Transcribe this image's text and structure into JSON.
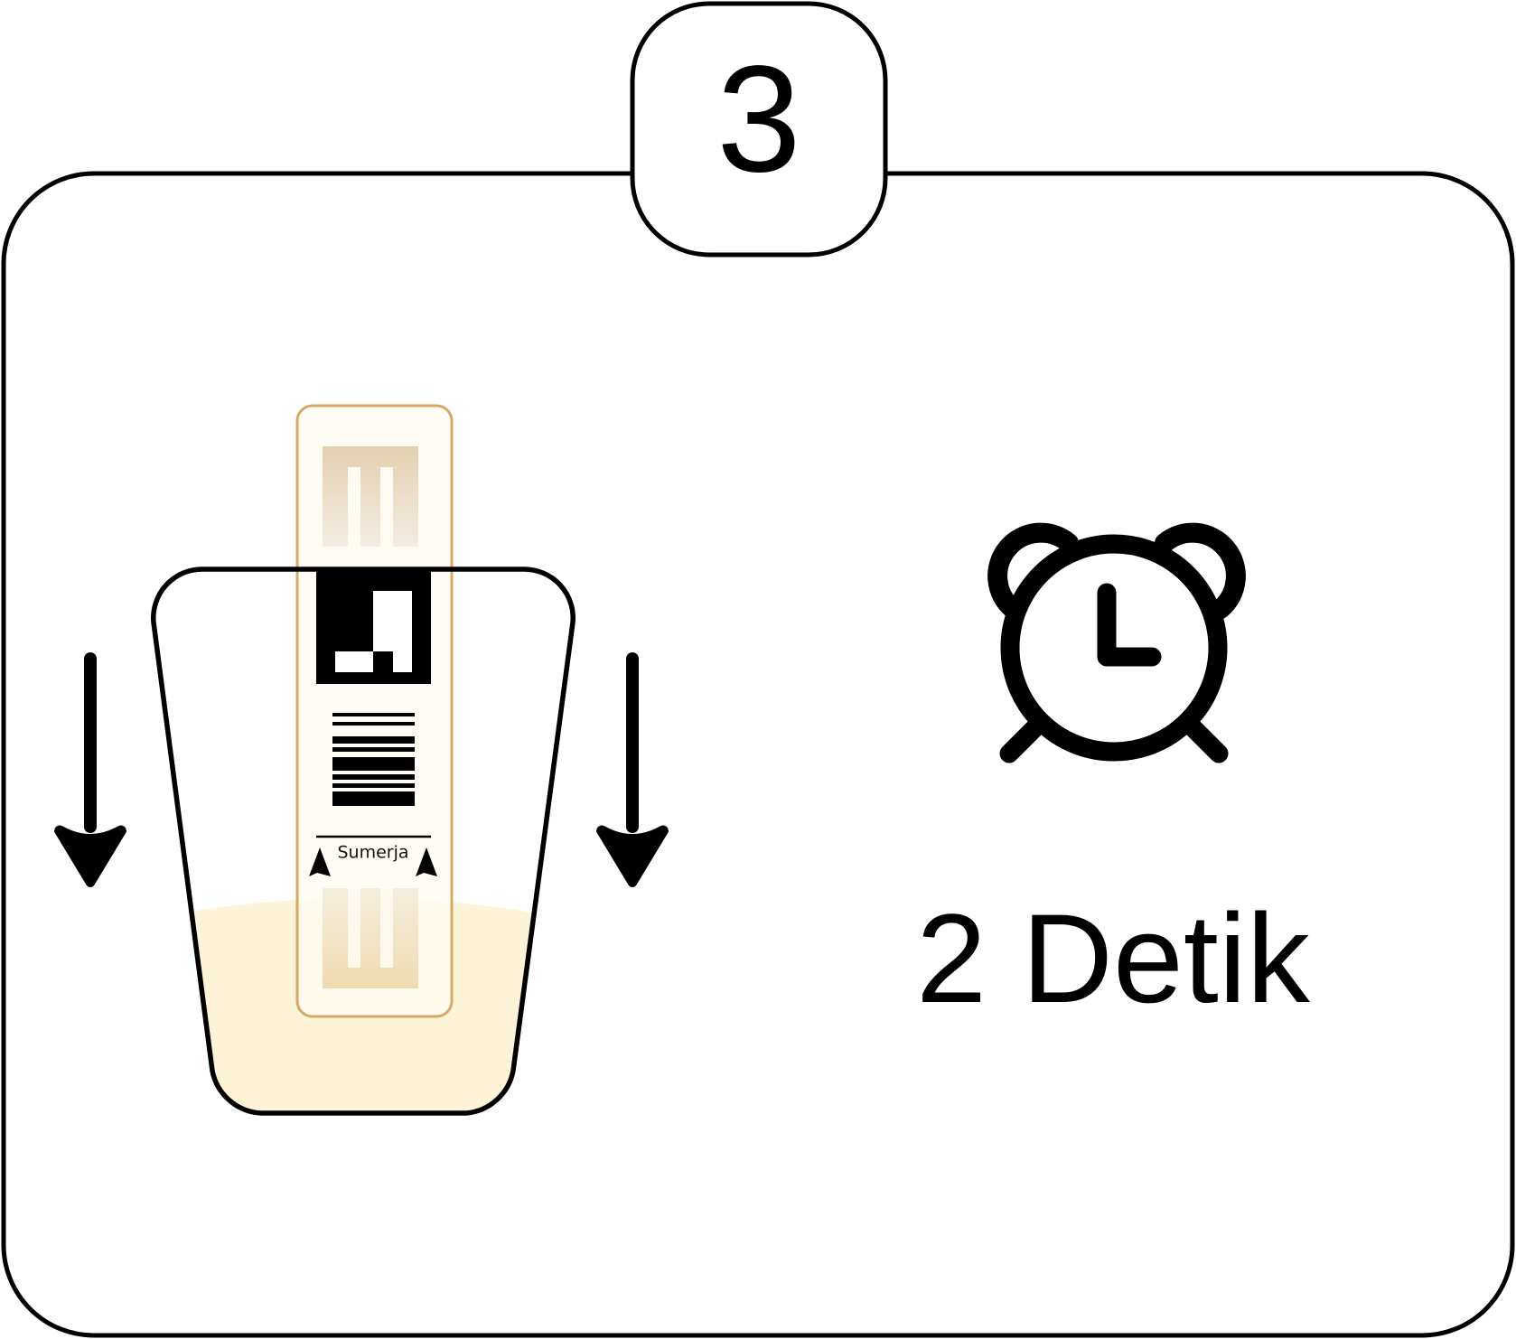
{
  "step": {
    "number": "3"
  },
  "strip": {
    "label": "Sumerja"
  },
  "instruction": {
    "duration": "2 Detik"
  },
  "colors": {
    "outline": "#000000",
    "liquid": "#fdf3d6",
    "strip_border": "#d6a865",
    "strip_fill": "#fffbf3",
    "pad": "#e9d9bd"
  },
  "icons": [
    "arrow-down-icon",
    "alarm-clock-icon"
  ]
}
